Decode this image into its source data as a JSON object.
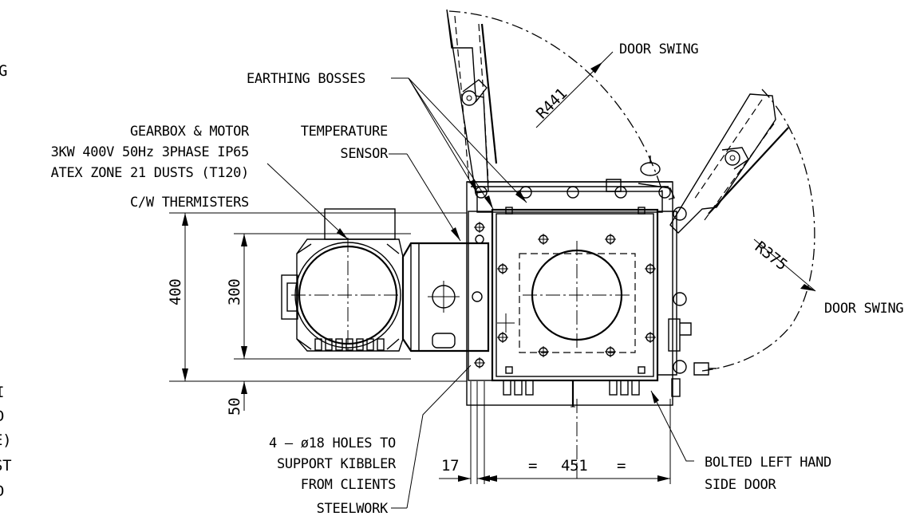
{
  "labels": {
    "door_swing_top": "DOOR SWING",
    "door_swing_right": "DOOR SWING",
    "earthing_bosses": "EARTHING BOSSES",
    "gearbox_line1": "GEARBOX & MOTOR",
    "gearbox_line2": "3KW 400V 50Hz 3PHASE IP65",
    "gearbox_line3": "ATEX ZONE 21 DUSTS (T120)",
    "gearbox_line4": "C/W THERMISTERS",
    "temp_line1": "TEMPERATURE",
    "temp_line2": "SENSOR",
    "holes_line1": "4 – ø18 HOLES TO",
    "holes_line2": "SUPPORT KIBBLER",
    "holes_line3": "FROM CLIENTS",
    "holes_line4": "STEELWORK",
    "bolted_line1": "BOLTED LEFT HAND",
    "bolted_line2": "SIDE DOOR"
  },
  "dimensions": {
    "r441": "R441",
    "r375": "R375",
    "d400": "400",
    "d300": "300",
    "d50": "50",
    "d17": "17",
    "d451": "451",
    "eq_left": "=",
    "eq_right": "="
  },
  "edge_fragments": [
    "G",
    "I",
    "D",
    "E)",
    "ST",
    "D"
  ]
}
